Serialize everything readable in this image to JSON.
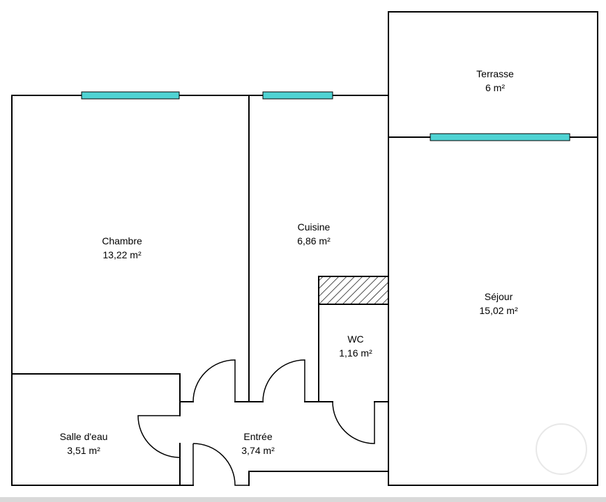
{
  "rooms": {
    "chambre": {
      "name": "Chambre",
      "area": "13,22  m²"
    },
    "cuisine": {
      "name": "Cuisine",
      "area": "6,86  m²"
    },
    "terrasse": {
      "name": "Terrasse",
      "area": "6  m²"
    },
    "sejour": {
      "name": "Séjour",
      "area": "15,02  m²"
    },
    "wc": {
      "name": "WC",
      "area": "1,16  m²"
    },
    "salle_deau": {
      "name": "Salle d'eau",
      "area": "3,51  m²"
    },
    "entree": {
      "name": "Entrée",
      "area": "3,74  m²"
    }
  },
  "colors": {
    "wall": "#000000",
    "window": "#4fd3d3",
    "hatch": "#000000",
    "background": "#ffffff"
  }
}
